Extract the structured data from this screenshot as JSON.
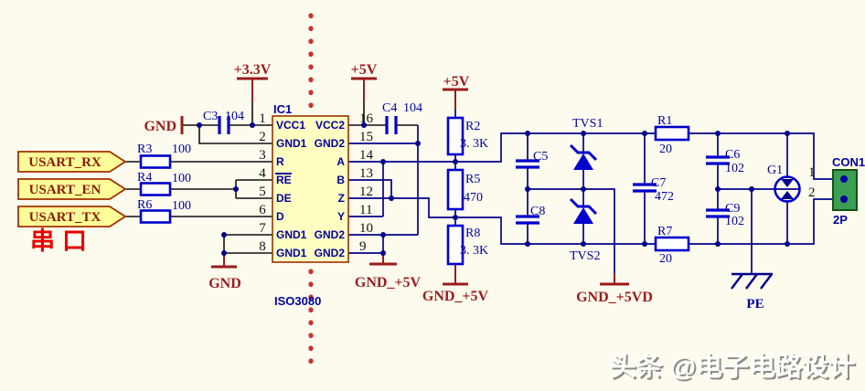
{
  "colors": {
    "background": "#FDFBEE",
    "wire_black": "#101010",
    "wire_navy": "#00008B",
    "component_blue": "#0000CC",
    "label_navy": "#0000A0",
    "power_maroon": "#9B1B1B",
    "net_label_fill": "#FFFF99",
    "net_label_border": "#A03000",
    "ic_fill": "#FFFFC2",
    "ic_border": "#993300",
    "connector_green": "#3C9E52",
    "dotted_isolation_line": "#D03030",
    "serial_red": "#E80000"
  },
  "schematic": {
    "power": {
      "v33": "+3.3V",
      "v5_iso": "+5V",
      "v5_r2": "+5V",
      "gnd_top": "GND",
      "gnd_bottom": "GND",
      "gnd_5v_ic": "GND_+5V",
      "gnd_5v_r8": "GND_+5V",
      "gnd_5vd": "GND_+5VD",
      "pe": "PE"
    },
    "net_labels": {
      "rx": "USART_RX",
      "en": "USART_EN",
      "tx": "USART_TX"
    },
    "serial_port_label": "串口",
    "ic": {
      "ref": "IC1",
      "part": "ISO3080",
      "left_pins": [
        {
          "n": "1",
          "name": "VCC1"
        },
        {
          "n": "2",
          "name": "GND1"
        },
        {
          "n": "3",
          "name": "R"
        },
        {
          "n": "4",
          "name": "RE"
        },
        {
          "n": "5",
          "name": "DE"
        },
        {
          "n": "6",
          "name": "D"
        },
        {
          "n": "7",
          "name": "GND1"
        },
        {
          "n": "8",
          "name": "GND1"
        }
      ],
      "right_pins": [
        {
          "n": "16",
          "name": "VCC2"
        },
        {
          "n": "15",
          "name": "GND2"
        },
        {
          "n": "14",
          "name": "A"
        },
        {
          "n": "13",
          "name": "B"
        },
        {
          "n": "12",
          "name": "Z"
        },
        {
          "n": "11",
          "name": "Y"
        },
        {
          "n": "10",
          "name": "GND2"
        },
        {
          "n": "9",
          "name": "GND2"
        }
      ]
    },
    "components": {
      "c3": {
        "ref": "C3",
        "value": "104"
      },
      "c4": {
        "ref": "C4",
        "value": "104"
      },
      "r3": {
        "ref": "R3",
        "value": "100"
      },
      "r4": {
        "ref": "R4",
        "value": "100"
      },
      "r6": {
        "ref": "R6",
        "value": "100"
      },
      "r2": {
        "ref": "R2",
        "value": "3. 3K"
      },
      "r5": {
        "ref": "R5",
        "value": "470"
      },
      "r8": {
        "ref": "R8",
        "value": "3. 3K"
      },
      "c5": {
        "ref": "C5"
      },
      "c8": {
        "ref": "C8"
      },
      "c7": {
        "ref": "C7",
        "value": "472"
      },
      "c6": {
        "ref": "C6",
        "value": "102"
      },
      "c9": {
        "ref": "C9",
        "value": "102"
      },
      "r1": {
        "ref": "R1",
        "value": "20"
      },
      "r7": {
        "ref": "R7",
        "value": "20"
      },
      "tvs1": {
        "ref": "TVS1"
      },
      "tvs2": {
        "ref": "TVS2"
      },
      "g1": {
        "ref": "G1"
      }
    },
    "connector": {
      "ref": "CON1",
      "type": "2P",
      "pin_numbers": [
        "1",
        "2"
      ]
    },
    "watermark": "头条 @电子电路设计"
  }
}
